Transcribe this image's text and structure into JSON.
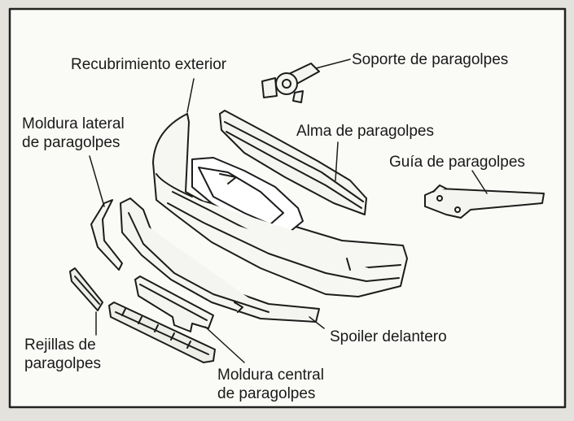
{
  "labels": {
    "recubrimiento": "Recubrimiento exterior",
    "soporte": "Soporte de paragolpes",
    "alma": "Alma de paragolpes",
    "guia": "Guía de paragolpes",
    "moldura_lateral": [
      "Moldura lateral",
      "de paragolpes"
    ],
    "spoiler": "Spoiler delantero",
    "rejillas": [
      "Rejillas de",
      "paragolpes"
    ],
    "moldura_central": [
      "Moldura central",
      "de paragolpes"
    ]
  },
  "icons": [
    "bumper-cover-drawing",
    "bumper-bracket-drawing",
    "bumper-core-drawing",
    "bumper-guide-drawing",
    "side-molding-drawing",
    "front-spoiler-drawing",
    "grille-drawing",
    "center-molding-drawing"
  ]
}
